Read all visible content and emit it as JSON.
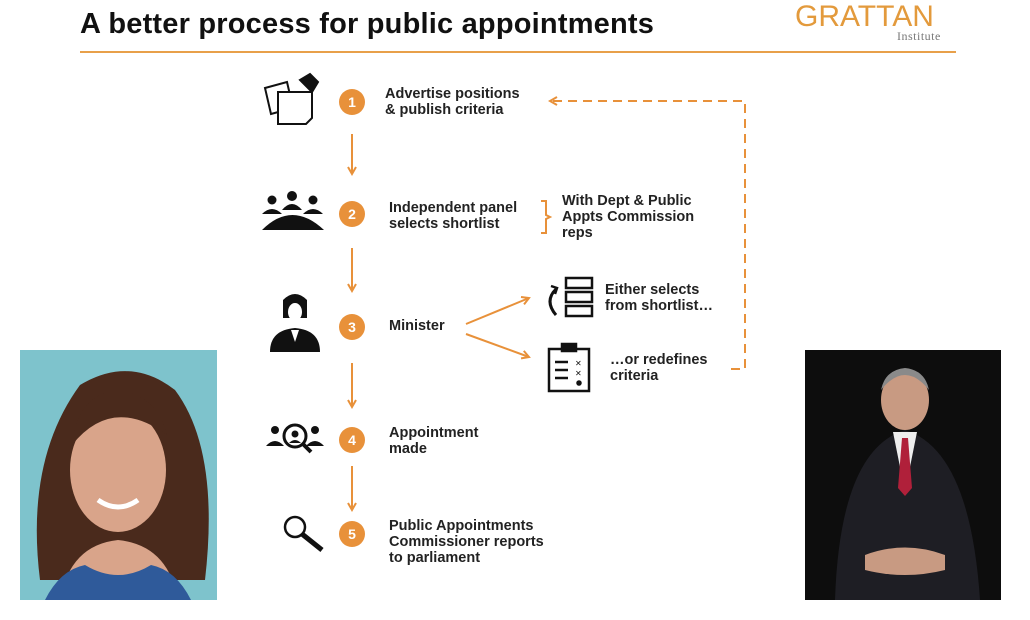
{
  "title": "A better process for public appointments",
  "logo": {
    "name": "GRATTAN",
    "sub": "Institute"
  },
  "steps": [
    {
      "num": "1",
      "line1": "Advertise positions",
      "line2": "& publish criteria"
    },
    {
      "num": "2",
      "line1": "Independent panel",
      "line2": "selects shortlist"
    },
    {
      "num": "3",
      "line1": "Minister"
    },
    {
      "num": "4",
      "line1": "Appointment",
      "line2": "made"
    },
    {
      "num": "5",
      "line1": "Public Appointments",
      "line2": "Commissioner reports",
      "line3": "to parliament"
    }
  ],
  "panel_note": {
    "line1": "With Dept & Public",
    "line2": "Appts Commission",
    "line3": "reps"
  },
  "options": [
    {
      "line1": "Either selects",
      "line2": "from shortlist…"
    },
    {
      "line1": "…or redefines",
      "line2": "criteria"
    }
  ],
  "colors": {
    "accent": "#e8913a"
  }
}
